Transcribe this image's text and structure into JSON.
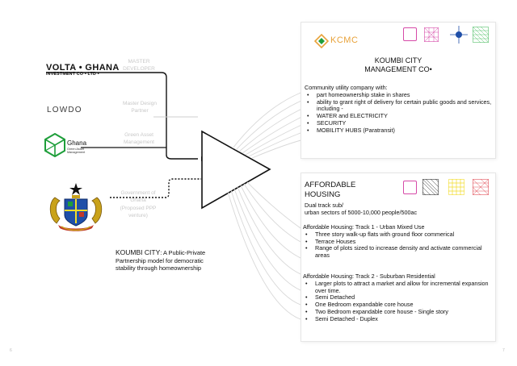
{
  "partners": {
    "volta": {
      "name": "VOLTA • GHANA",
      "subline": "INVESTMENT CO •   LTD •",
      "role": "MASTER DEVELOPER"
    },
    "lowdo": {
      "name": "LOWDO",
      "role": "Master Design Partner"
    },
    "green": {
      "name": "Ghana",
      "subline": "Green Asset Management",
      "role": "Green Asset Management"
    },
    "government": {
      "role": "Government of Ghana (Proposed PPP venture)"
    }
  },
  "caption": {
    "lead": "KOUMBI CITY",
    "body": ": A Public-Private Partnership model for democratic stability through homeownership"
  },
  "kcmc": {
    "logo_text": "KCMC",
    "title_line1": "KOUMBI CITY",
    "title_line2": "MANAGEMENT CO•",
    "intro": "Community utility company with:",
    "items": [
      "part homeownership stake in shares",
      "ability to grant right of delivery for certain public goods and services, including -",
      "WATER and ELECTRICITY",
      "SECURITY",
      "MOBILITY HUBS (Paratransit)"
    ]
  },
  "housing": {
    "title_line1": "AFFORDABLE",
    "title_line2": "HOUSING",
    "sub1": "Dual track sub/",
    "sub2": "urban sectors of 5000-10,000 people/500ac",
    "track1_title": "Affordable Housing: Track 1 - Urban Mixed Use",
    "track1_items": [
      "Three story walk-up flats with ground floor commerical",
      "Terrace Houses",
      "Range of plots sized to increase density and activate commercial areas"
    ],
    "track2_title": "Affordable Housing: Track 2 - Suburban Residential",
    "track2_items": [
      "Larger plots to attract a market and allow for incremental expansion over time.",
      "Semi Detached",
      "One Bedroom expandable core house",
      "Two Bedroom expandable core house - Single story",
      "Semi Detached - Duplex"
    ]
  },
  "page_numbers": {
    "left": "6",
    "right": "7"
  },
  "colors": {
    "kcmc_orange": "#e8a23a",
    "green_logo": "#1e9e3a",
    "coat_gold": "#c9a21a",
    "swatch_magenta": "#d64aa8",
    "swatch_green": "#55c06a",
    "swatch_blue": "#1f4fa8",
    "swatch_yellow": "#f2dc2a",
    "swatch_red": "#e2505a"
  },
  "icons": [
    "ghana-coat-of-arms-icon",
    "green-asset-cube-icon",
    "kcmc-logo-icon",
    "pattern-swatch-icons",
    "triangle-merge-icon"
  ]
}
